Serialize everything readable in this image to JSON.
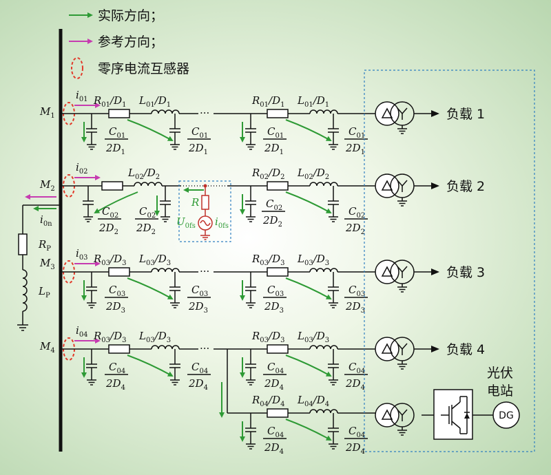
{
  "legend": {
    "actual_direction": "实际方向；",
    "reference_direction": "参考方向；",
    "ct": "零序电流互感器"
  },
  "buses": [
    {
      "id": "m1",
      "name": "M",
      "sub": "1"
    },
    {
      "id": "m2",
      "name": "M",
      "sub": "2"
    },
    {
      "id": "m3",
      "name": "M",
      "sub": "3"
    },
    {
      "id": "m4",
      "name": "M",
      "sub": "4"
    }
  ],
  "currents": [
    {
      "id": "i01",
      "name": "i",
      "sub": "01"
    },
    {
      "id": "i02",
      "name": "i",
      "sub": "02"
    },
    {
      "id": "i03",
      "name": "i",
      "sub": "03"
    },
    {
      "id": "i04",
      "name": "i",
      "sub": "04"
    },
    {
      "id": "i0n",
      "name": "i",
      "sub": "0n"
    }
  ],
  "lines": {
    "feeder1": {
      "r_main": "R",
      "r_sub": "01",
      "r_den": "/D",
      "r_den_sub": "1",
      "l_main": "L",
      "l_sub": "01",
      "l_den": "/D",
      "l_den_sub": "1",
      "l_den_b": "/D",
      "l_den_b_sub": "1",
      "c_main": "C",
      "c_sub": "01",
      "c_den": "2D",
      "c_den_sub": "1"
    },
    "feeder2": {
      "r_main": "R",
      "r_sub": "02",
      "r_den": "/D",
      "r_den_sub": "2",
      "l_main": "L",
      "l_sub": "02",
      "l_den": "/D",
      "l_den_sub": "2",
      "c_main": "C",
      "c_sub": "02",
      "c_den": "2D",
      "c_den_sub": "2"
    },
    "feeder3": {
      "r_main": "R",
      "r_sub": "03",
      "r_den": "/D",
      "r_den_sub": "3",
      "l_main": "L",
      "l_sub": "03",
      "l_den": "/D",
      "l_den_sub": "3",
      "c_main": "C",
      "c_sub": "03",
      "c_den": "2D",
      "c_den_sub": "3"
    },
    "feeder4": {
      "r_main": "R",
      "r_sub": "03",
      "r_den": "/D",
      "r_den_sub": "3",
      "l_main": "L",
      "l_sub": "03",
      "l_den": "/D",
      "l_den_sub": "3",
      "c_main": "C",
      "c_sub": "04",
      "c_den": "2D",
      "c_den_sub": "4"
    },
    "feeder4b": {
      "r_main": "R",
      "r_sub": "04",
      "r_den": "/D",
      "r_den_sub": "4",
      "l_main": "L",
      "l_sub": "04",
      "l_den": "/D",
      "l_den_sub": "4",
      "c_main": "C",
      "c_sub": "04",
      "c_den": "2D",
      "c_den_sub": "4"
    }
  },
  "ellipsis": "···",
  "fault": {
    "r": "R",
    "u_main": "U",
    "u_sub": "0fs",
    "i_main": "i",
    "i_sub": "0fs"
  },
  "grounding": {
    "rp_main": "R",
    "rp_sub": "P",
    "lp_main": "L",
    "lp_sub": "P"
  },
  "loads": [
    "负载 1",
    "负载 2",
    "负载 3",
    "负载 4"
  ],
  "pv": {
    "line1": "光伏",
    "line2": "电站",
    "dg": "DG"
  },
  "colors": {
    "actual": "#2e9a35",
    "reference": "#c63bb0",
    "ct": "#e23a2a",
    "fault": "#c0302a",
    "box": "#2f7fc0",
    "wire": "#111111"
  }
}
